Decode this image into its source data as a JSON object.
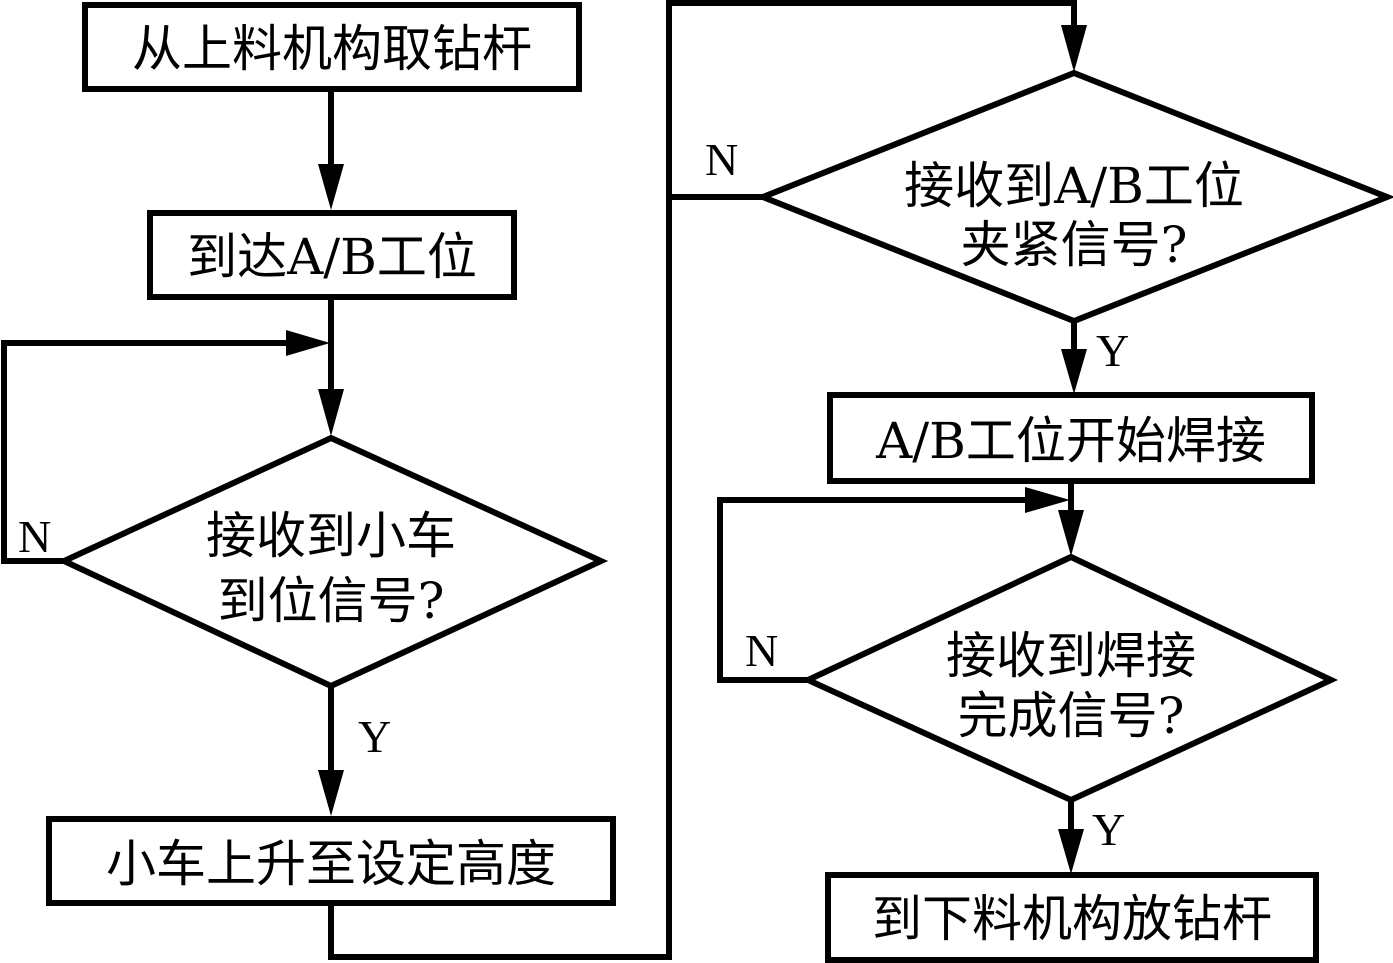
{
  "diagram": {
    "type": "flowchart",
    "nodes": {
      "take_rod": {
        "kind": "process",
        "text": "从上料机构取钻杆"
      },
      "arrive_ab": {
        "kind": "process",
        "text": "到达A/B工位"
      },
      "cart_signal": {
        "kind": "decision",
        "lines": [
          "接收到小车",
          "到位信号?"
        ]
      },
      "cart_raise": {
        "kind": "process",
        "text": "小车上升至设定高度"
      },
      "clamp_signal": {
        "kind": "decision",
        "lines": [
          "接收到A/B工位",
          "夹紧信号?"
        ]
      },
      "start_weld": {
        "kind": "process",
        "text": "A/B工位开始焊接"
      },
      "weld_done_signal": {
        "kind": "decision",
        "lines": [
          "接收到焊接",
          "完成信号?"
        ]
      },
      "put_rod": {
        "kind": "process",
        "text": "到下料机构放钻杆"
      }
    },
    "edge_labels": {
      "yes": "Y",
      "no": "N"
    },
    "edges": [
      {
        "from": "take_rod",
        "to": "arrive_ab",
        "label": ""
      },
      {
        "from": "arrive_ab",
        "to": "cart_signal",
        "label": ""
      },
      {
        "from": "cart_signal",
        "to": "cart_signal",
        "label": "N"
      },
      {
        "from": "cart_signal",
        "to": "cart_raise",
        "label": "Y"
      },
      {
        "from": "cart_raise",
        "to": "clamp_signal",
        "label": ""
      },
      {
        "from": "clamp_signal",
        "to": "clamp_signal",
        "label": "N"
      },
      {
        "from": "clamp_signal",
        "to": "start_weld",
        "label": "Y"
      },
      {
        "from": "start_weld",
        "to": "weld_done_signal",
        "label": ""
      },
      {
        "from": "weld_done_signal",
        "to": "weld_done_signal",
        "label": "N"
      },
      {
        "from": "weld_done_signal",
        "to": "put_rod",
        "label": "Y"
      }
    ]
  }
}
